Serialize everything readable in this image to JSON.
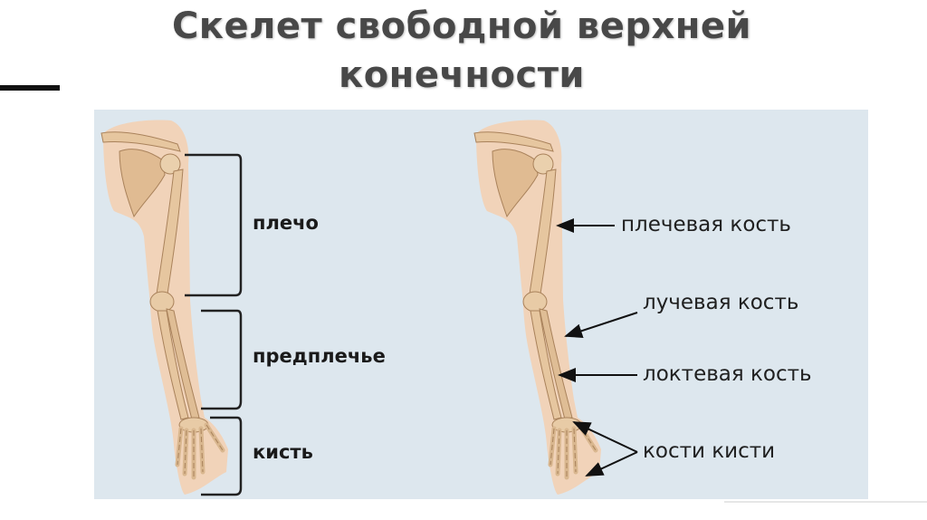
{
  "title": {
    "line1": "Скелет свободной верхней",
    "line2": "конечности"
  },
  "left_diagram": {
    "labels": [
      "плечо",
      "предплечье",
      "кисть"
    ]
  },
  "right_diagram": {
    "labels": [
      "плечевая кость",
      "лучевая кость",
      "локтевая кость",
      "кости кисти"
    ]
  },
  "colors": {
    "panel_background": "#dde7ee",
    "skin": "#f1d3b9",
    "bone": "#e6c69f",
    "bone_shadow": "#a9825b",
    "title_text": "#484848"
  }
}
